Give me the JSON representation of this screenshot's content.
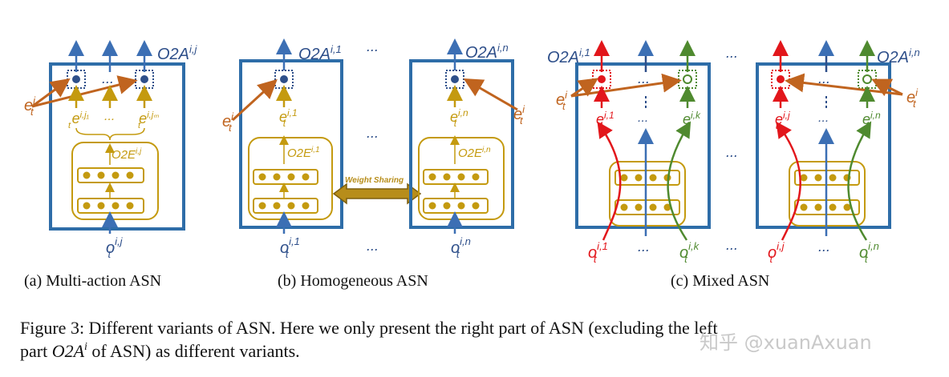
{
  "labels": {
    "o2a_ij": "O2A",
    "o2a_ij_sup": "i,j",
    "o2a_i1": "O2A",
    "o2a_i1_sup": "i,1",
    "o2a_in": "O2A",
    "o2a_in_sup": "i,n",
    "o2e": "O2E",
    "o2e_ij_sup": "i,j",
    "o2e_i1_sup": "i,1",
    "o2e_in_sup": "i,n",
    "e": "e",
    "e_sub": "t",
    "e_sup": "i",
    "o": "o",
    "o_sub": "t",
    "sup_ij": "i,j",
    "sup_i1": "i,1",
    "sup_in": "i,n",
    "sup_ik": "i,k",
    "sup_ij1": "i,j₁",
    "sup_ijm": "i,jₘ",
    "dots": "...",
    "weight_sharing": "Weight Sharing"
  },
  "subcaptions": {
    "a": "(a) Multi-action ASN",
    "b": "(b) Homogeneous ASN",
    "c": "(c) Mixed ASN"
  },
  "caption": {
    "line1": "Figure 3: Different variants of ASN. Here we only present the right part of ASN (excluding the left",
    "line2_pre": "part ",
    "line2_math": "O2A",
    "line2_sup": "i",
    "line2_post": " of ASN) as different variants."
  },
  "watermark": "知乎 @xuanAxuan",
  "colors": {
    "blue": "#2e6da8",
    "gold": "#c49a0f",
    "orange": "#c0641f",
    "red": "#e2161b",
    "green": "#4f8a2f",
    "arrowblue": "#3c6fb4"
  }
}
